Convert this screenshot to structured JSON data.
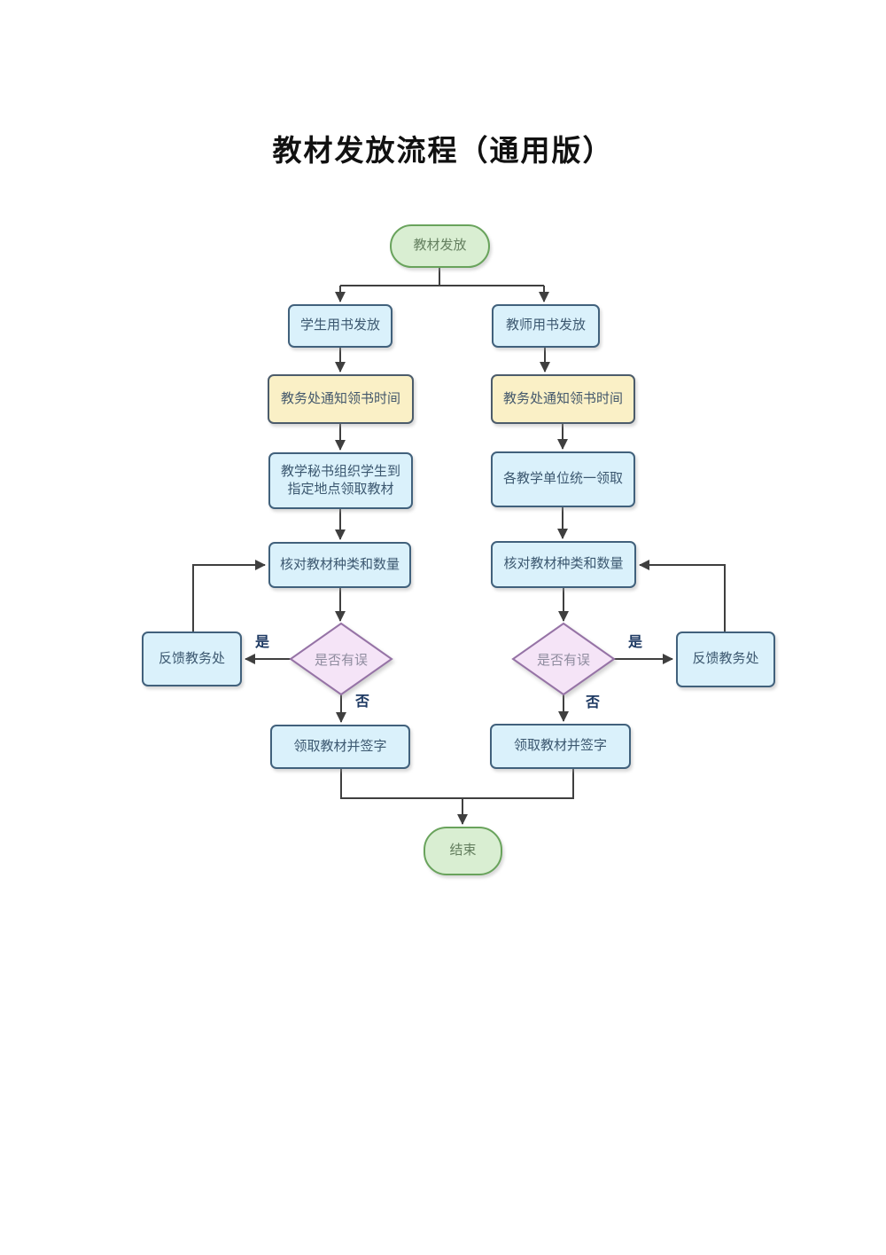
{
  "title": "教材发放流程（通用版）",
  "colors": {
    "green_fill": "#d9eed2",
    "green_border": "#69a35c",
    "blue_fill": "#daf1fb",
    "blue_border": "#41617c",
    "yellow_fill": "#faf0c6",
    "yellow_border": "#4c5c6b",
    "diamond_fill": "#f5e4f7",
    "diamond_border": "#9673a6",
    "edge_line": "#3f3f3f",
    "branch_label": "#1e3a63"
  },
  "flowchart": {
    "start": "教材发放",
    "end": "结束",
    "branches": {
      "student": {
        "dist": "学生用书发放",
        "notify": "教务处通知领书时间",
        "organize_line1": "教学秘书组织学生到",
        "organize_line2": "指定地点领取教材",
        "check": "核对教材种类和数量",
        "decision": "是否有误",
        "feedback": "反馈教务处",
        "sign": "领取教材并签字",
        "yes_label": "是",
        "no_label": "否"
      },
      "teacher": {
        "dist": "教师用书发放",
        "notify": "教务处通知领书时间",
        "receive": "各教学单位统一领取",
        "check": "核对教材种类和数量",
        "decision": "是否有误",
        "feedback": "反馈教务处",
        "sign": "领取教材并签字",
        "yes_label": "是",
        "no_label": "否"
      }
    }
  }
}
